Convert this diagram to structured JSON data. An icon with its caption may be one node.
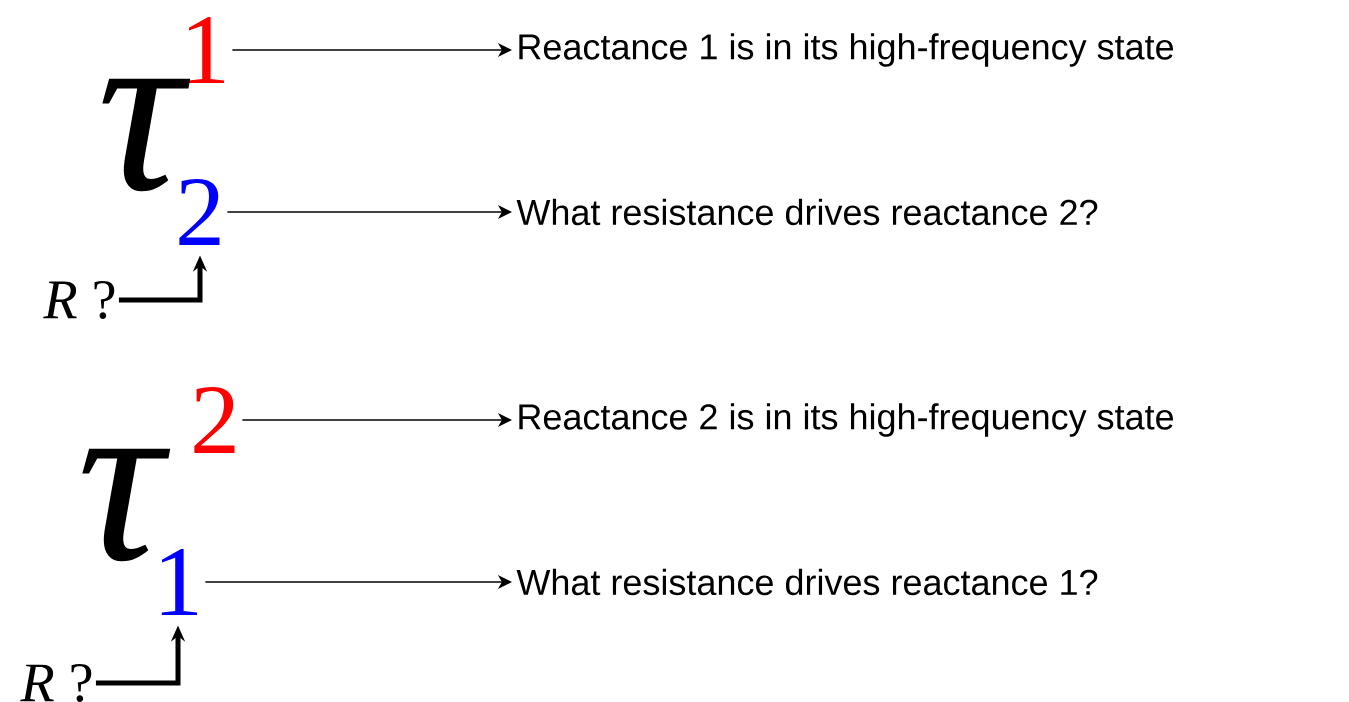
{
  "diagram": {
    "nodes": [
      {
        "text": [
          "1"
        ]
      },
      {
        "text": [
          "2"
        ]
      },
      {
        "text": [
          "Reactance 1 is in its high-frequency state"
        ]
      },
      {
        "text": [
          "What resistance drives reactance 2?"
        ]
      },
      {
        "text": [
          "*R* ?"
        ]
      },
      {
        "text": [
          "2"
        ]
      },
      {
        "text": [
          "1"
        ]
      },
      {
        "text": [
          "Reactance 2 is in its high-frequency state"
        ]
      },
      {
        "text": [
          "What resistance drives reactance 1?"
        ]
      },
      {
        "text": [
          "*R* ?"
        ]
      }
    ],
    "edges": [
      {
        "from": 0,
        "to": 2,
        "arrow": "to"
      },
      {
        "from": 1,
        "to": 3,
        "arrow": "to"
      },
      {
        "from": 4,
        "to": 1,
        "arrow": "to",
        "style": "thick"
      },
      {
        "from": 5,
        "to": 7,
        "arrow": "to"
      },
      {
        "from": 6,
        "to": 8,
        "arrow": "to"
      },
      {
        "from": 9,
        "to": 6,
        "arrow": "to",
        "style": "thick"
      }
    ],
    "labels": [
      "τ",
      "τ"
    ]
  }
}
